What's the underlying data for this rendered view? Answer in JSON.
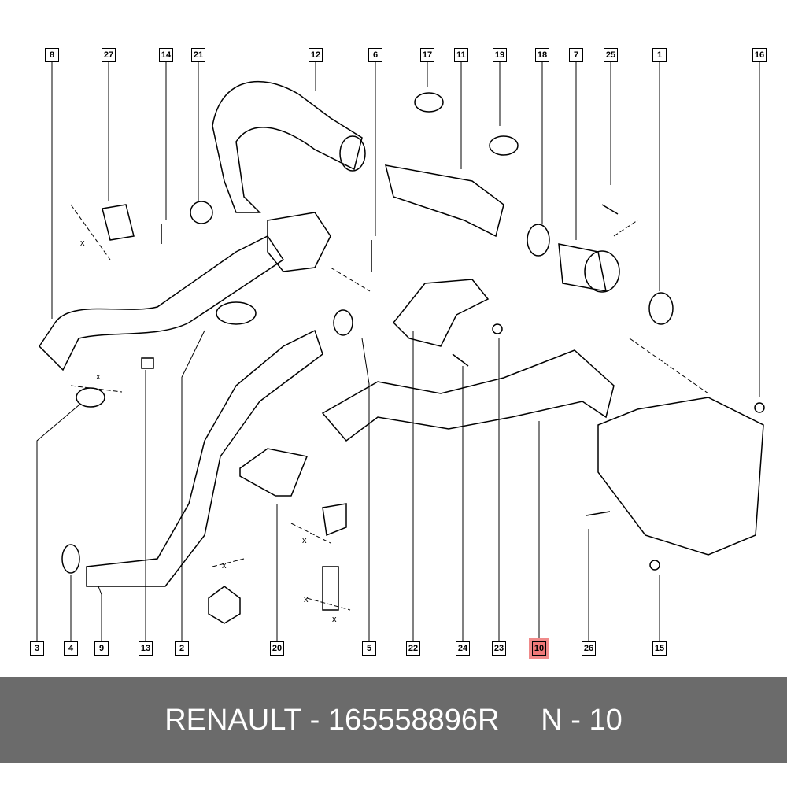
{
  "top_labels": [
    "8",
    "27",
    "14",
    "21",
    "12",
    "6",
    "17",
    "11",
    "19",
    "18",
    "7",
    "25",
    "1",
    "16"
  ],
  "bottom_labels": [
    "3",
    "4",
    "9",
    "13",
    "2",
    "20",
    "5",
    "22",
    "24",
    "23",
    "10",
    "26",
    "15"
  ],
  "highlighted_label": "10",
  "dimension_marker": "x",
  "footer": {
    "brand": "RENAULT",
    "part_number": "165558896R",
    "ref": "N - 10",
    "text": "RENAULT - 165558896R     N - 10"
  },
  "colors": {
    "highlight": "#f07878",
    "footer_bg": "#6b6b6b"
  }
}
